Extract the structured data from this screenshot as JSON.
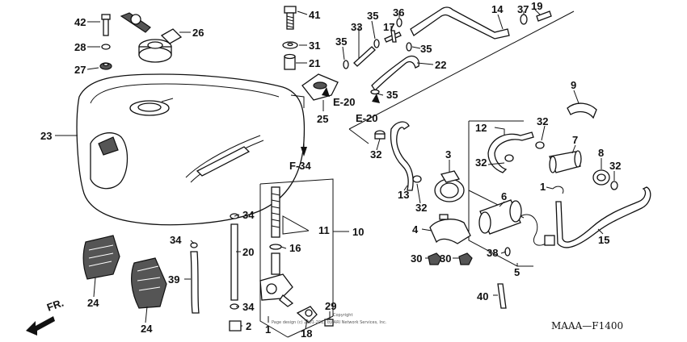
{
  "diagram": {
    "code": "MAAA—F1400",
    "copyright": "Copyright",
    "watermark": "Page design (c) 2001-2012 by ARI Network Services, Inc.",
    "callouts": {
      "c42": "42",
      "c28": "28",
      "c27": "27",
      "c26": "26",
      "c23": "23",
      "c41": "41",
      "c31": "31",
      "c21": "21",
      "c25": "25",
      "c33": "33",
      "c35a": "35",
      "c35b": "35",
      "c35c": "35",
      "c35d": "35",
      "c36": "36",
      "c17": "17",
      "c14": "14",
      "c37": "37",
      "c19": "19",
      "c22": "22",
      "c9": "9",
      "c12": "12",
      "c32a": "32",
      "c32b": "32",
      "c32c": "32",
      "c32d": "32",
      "c32e": "32",
      "c3": "3",
      "c7": "7",
      "c8": "8",
      "c1a": "1",
      "c13": "13",
      "c4": "4",
      "c6": "6",
      "c15": "15",
      "c30a": "30",
      "c30b": "30",
      "c38": "38",
      "c5": "5",
      "c40": "40",
      "c11": "11",
      "c10": "10",
      "c16": "16",
      "c20": "20",
      "c34a": "34",
      "c34b": "34",
      "c34c": "34",
      "c39": "39",
      "c24a": "24",
      "c24b": "24",
      "c1b": "1",
      "c2": "2",
      "c18": "18",
      "c29": "29"
    },
    "references": {
      "r_e20a": "E-20",
      "r_e20b": "E-20",
      "r_f34": "F-34",
      "fr": "FR."
    }
  }
}
